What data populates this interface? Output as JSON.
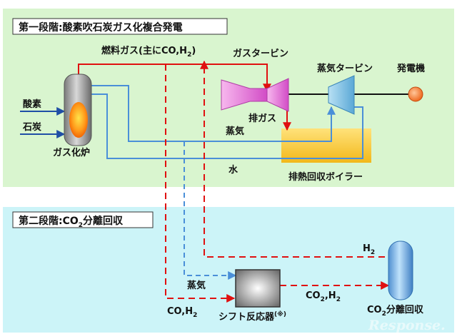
{
  "colors": {
    "stage1_bg": "#d9f5cf",
    "stage2_bg": "#ccf4f8",
    "red_line": "#e01010",
    "blue_line": "#4a8fd8",
    "black_line": "#111111"
  },
  "stage1": {
    "title": "第一段階:酸素吹石炭ガス化複合発電"
  },
  "stage2": {
    "title_pre": "第二段階:CO",
    "title_sub": "2",
    "title_post": "分離回収"
  },
  "labels": {
    "fuel_gas_pre": "燃料ガス(主にCO,H",
    "fuel_gas_sub": "2",
    "fuel_gas_post": ")",
    "gas_turbine": "ガスタービン",
    "steam_turbine": "蒸気タービン",
    "generator": "発電機",
    "oxygen": "酸素",
    "coal": "石炭",
    "gasifier": "ガス化炉",
    "exhaust_gas": "排ガス",
    "steam_upper": "蒸気",
    "water": "水",
    "hrsg": "排熱回収ボイラー",
    "h2_pre": "H",
    "h2_sub": "2",
    "steam_lower": "蒸気",
    "co2h2_pre": "CO",
    "co2h2_sub": "2",
    "co2h2_post": ",H",
    "co2h2_sub2": "2",
    "coh2_pre": "CO,H",
    "coh2_sub": "2",
    "shift_reactor": "シフト反応器",
    "shift_note": "(※)",
    "co2_sep_pre": "CO",
    "co2_sep_sub": "2",
    "co2_sep_post": "分離回収"
  },
  "watermark": "Response."
}
